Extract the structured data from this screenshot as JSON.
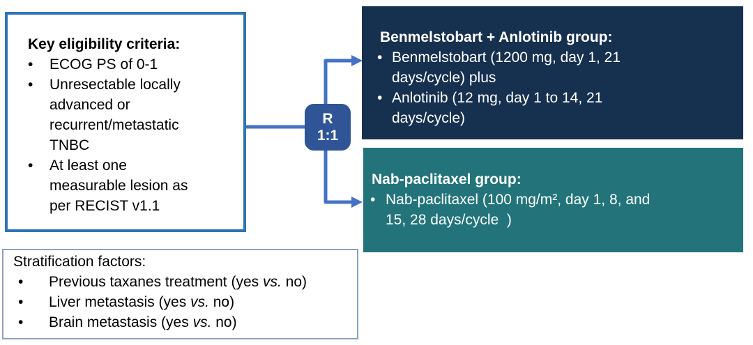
{
  "bullet_char": "•",
  "eligibility": {
    "title": "Key eligibility criteria:",
    "items": [
      "ECOG PS of 0-1",
      "Unresectable locally\nadvanced or\nrecurrent/metastatic\nTNBC",
      "At least one\nmeasurable lesion as\nper RECIST v1.1"
    ]
  },
  "randomization": {
    "label": "R",
    "ratio": "1:1"
  },
  "arms": [
    {
      "title": "Benmelstobart + Anlotinib group:",
      "items": [
        "Benmelstobart (1200 mg, day 1, 21\ndays/cycle) plus",
        "Anlotinib (12 mg, day 1 to 14, 21\ndays/cycle)"
      ]
    },
    {
      "title": "Nab-paclitaxel group:",
      "items": [
        "Nab-paclitaxel (100 mg/m², day 1, 8, and\n15, 28 days/cycle  )"
      ]
    }
  ],
  "stratification": {
    "title": "Stratification factors:",
    "items": [
      {
        "pre": "Previous taxanes treatment (yes ",
        "vs": "vs.",
        "post": " no)"
      },
      {
        "pre": "Liver metastasis (yes ",
        "vs": "vs.",
        "post": " no)"
      },
      {
        "pre": "Brain metastasis (yes ",
        "vs": "vs.",
        "post": " no)"
      }
    ]
  },
  "colors": {
    "eligibility_border": "#2E75B6",
    "stratification_border": "#8DA1C4",
    "arm1_background": "#16304F",
    "arm2_background": "#22747A",
    "randomization_background": "#2F5597",
    "connector": "#4472C4",
    "text_dark": "#000000",
    "text_light": "#FFFFFF"
  }
}
